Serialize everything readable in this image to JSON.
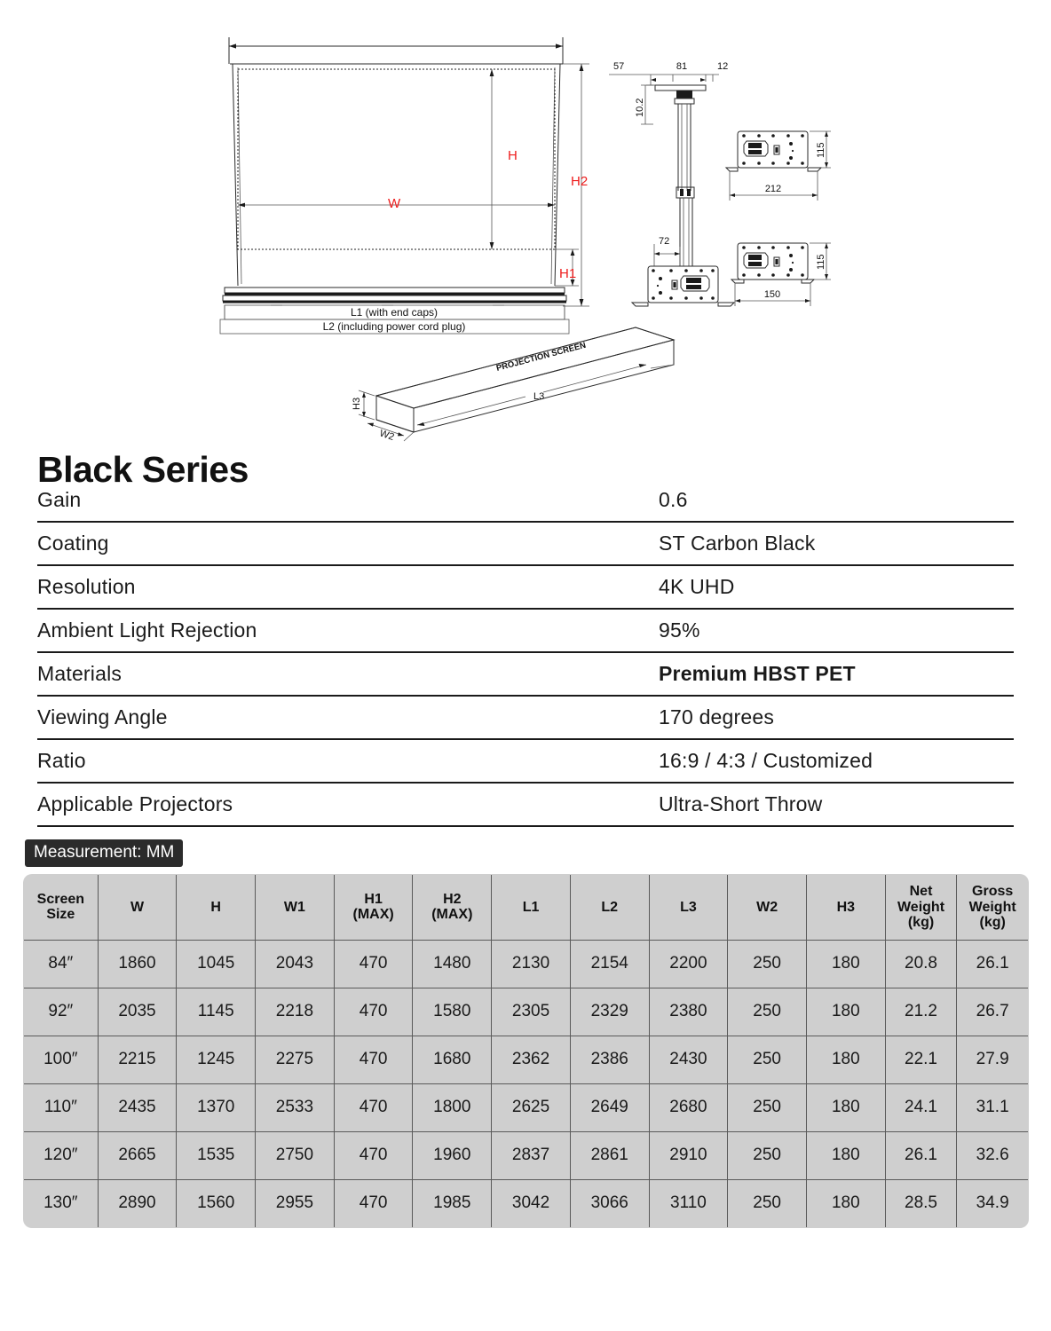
{
  "product": {
    "title": "Black Series"
  },
  "diagram": {
    "front_view": {
      "label_h": "H",
      "label_w": "W",
      "label_h1": "H1",
      "label_h2": "H2",
      "label_l1": "L1 (with end caps)",
      "label_l2": "L2 (including power cord plug)"
    },
    "side_view": {
      "dim_57": "57",
      "dim_81": "81",
      "dim_12": "12",
      "dim_102": "10.2",
      "dim_72": "72"
    },
    "bracket_top": {
      "dim_115": "115",
      "dim_212": "212"
    },
    "bracket_bottom": {
      "dim_115": "115",
      "dim_150": "150"
    },
    "case_view": {
      "label_h3": "H3",
      "label_w2": "W2",
      "label_l3": "L3",
      "label_text": "PROJECTION SCREEN"
    }
  },
  "specs": [
    {
      "label": "Gain",
      "value": "0.6",
      "bold": false
    },
    {
      "label": "Coating",
      "value": "ST Carbon Black",
      "bold": false
    },
    {
      "label": "Resolution",
      "value": "4K UHD",
      "bold": false
    },
    {
      "label": "Ambient Light Rejection",
      "value": "95%",
      "bold": false
    },
    {
      "label": "Materials",
      "value": "Premium HBST PET",
      "bold": true
    },
    {
      "label": "Viewing Angle",
      "value": "170 degrees",
      "bold": false
    },
    {
      "label": "Ratio",
      "value": "16:9 / 4:3 / Customized",
      "bold": false
    },
    {
      "label": "Applicable Projectors",
      "value": "Ultra-Short Throw",
      "bold": false
    }
  ],
  "measurement_badge": "Measurement: MM",
  "dimension_table": {
    "columns": [
      "Screen\nSize",
      "W",
      "H",
      "W1",
      "H1\n(MAX)",
      "H2\n(MAX)",
      "L1",
      "L2",
      "L3",
      "W2",
      "H3",
      "Net\nWeight\n(kg)",
      "Gross\nWeight\n(kg)"
    ],
    "rows": [
      [
        "84″",
        "1860",
        "1045",
        "2043",
        "470",
        "1480",
        "2130",
        "2154",
        "2200",
        "250",
        "180",
        "20.8",
        "26.1"
      ],
      [
        "92″",
        "2035",
        "1145",
        "2218",
        "470",
        "1580",
        "2305",
        "2329",
        "2380",
        "250",
        "180",
        "21.2",
        "26.7"
      ],
      [
        "100″",
        "2215",
        "1245",
        "2275",
        "470",
        "1680",
        "2362",
        "2386",
        "2430",
        "250",
        "180",
        "22.1",
        "27.9"
      ],
      [
        "110″",
        "2435",
        "1370",
        "2533",
        "470",
        "1800",
        "2625",
        "2649",
        "2680",
        "250",
        "180",
        "24.1",
        "31.1"
      ],
      [
        "120″",
        "2665",
        "1535",
        "2750",
        "470",
        "1960",
        "2837",
        "2861",
        "2910",
        "250",
        "180",
        "26.1",
        "32.6"
      ],
      [
        "130″",
        "2890",
        "1560",
        "2955",
        "470",
        "1985",
        "3042",
        "3066",
        "3110",
        "250",
        "180",
        "28.5",
        "34.9"
      ]
    ]
  },
  "colors": {
    "accent_red": "#ee1c1c",
    "table_bg": "#cfcfcf",
    "badge_bg": "#2b2b2b",
    "rule": "#1a1a1a"
  }
}
